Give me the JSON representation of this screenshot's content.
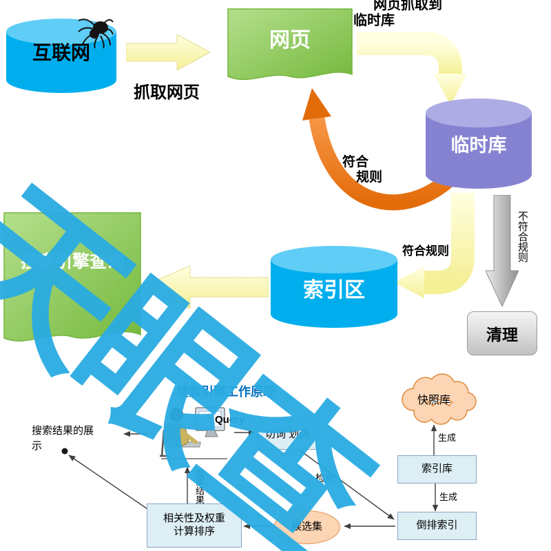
{
  "watermark": {
    "text": "天眼查",
    "color": "#29abe2"
  },
  "top_flow": {
    "internet_label": "互联网",
    "crawl_label": "抓取网页",
    "webpage_label": "网页",
    "store_label_l1": "网页抓取到",
    "store_label_l2": "临时库",
    "tempdb_label": "临时库",
    "loop_label_l1": "符合",
    "loop_label_l2": "规则",
    "rule_ok_label": "符合规则",
    "rule_fail_label": "不符合规则",
    "clean_label": "清理",
    "index_label": "索引区",
    "query_page_label": "搜索引擎查询"
  },
  "bottom_flow": {
    "title": "搜索引擎工作原理",
    "query_text": "Query",
    "segment_box": "切词 划词",
    "retrieve_label": "检索",
    "snapshot_label": "快照库",
    "generate_label_top": "生成",
    "generate_label_bottom": "生成",
    "indexdb_label": "索引库",
    "inverted_label": "倒排索引",
    "candidate_label": "候选集",
    "rank_l1": "相关性及权重",
    "rank_l2": "计算排序",
    "result_up_label": "搜索结果",
    "display_label": "搜索结果的展示"
  },
  "colors": {
    "cylinder_cyan": "#00aeee",
    "cylinder_purple": "#8583d1",
    "page_green": "#8ec84e",
    "arrow_yellow": "#fbf7a8",
    "arrow_orange": "#e36c0a",
    "arrow_gray": "#a8a8a8",
    "box_blue": "#ddeef5",
    "cloud_peach": "#fcd5b4",
    "title_blue": "#0070c0",
    "watermark_blue": "#29abe2"
  }
}
